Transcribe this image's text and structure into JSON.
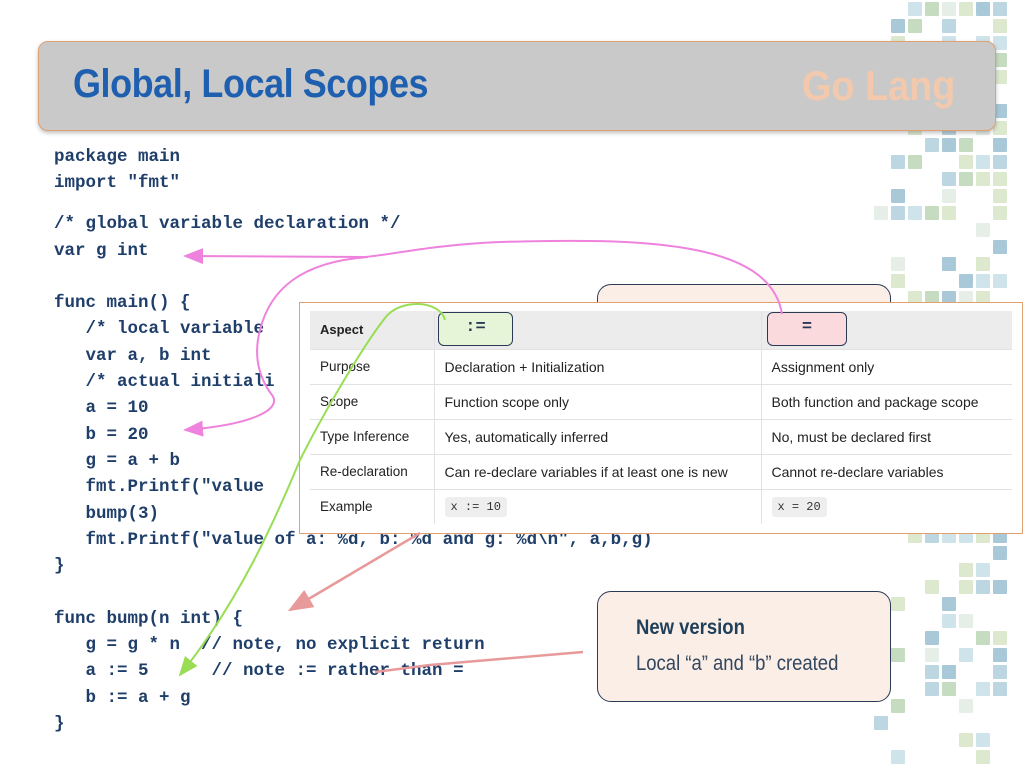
{
  "header": {
    "title": "Global, Local Scopes",
    "brand": "Go Lang"
  },
  "code": {
    "lines": [
      "package main",
      "import \"fmt\"",
      "/* global variable declaration */",
      "var g int",
      "func main() {",
      "   /* local variable",
      "   var a, b int",
      "   /* actual initiali",
      "   a = 10",
      "   b = 20",
      "   g = a + b",
      "   fmt.Printf(\"value",
      "   bump(3)",
      "   fmt.Printf(\"value of a: %d, b: %d and g: %d\\n\", a,b,g)",
      "}",
      "func bump(n int) {",
      "   g = g * n  // note, no explicit return",
      "   a := 5      // note := rather than =",
      "   b := a + g",
      "}"
    ]
  },
  "table": {
    "columns": [
      "Aspect",
      ":=",
      "="
    ],
    "rows": [
      [
        "Purpose",
        "Declaration + Initialization",
        "Assignment only"
      ],
      [
        "Scope",
        "Function scope only",
        "Both function and package scope"
      ],
      [
        "Type Inference",
        "Yes, automatically inferred",
        "No, must be declared first"
      ],
      [
        "Re-declaration",
        "Can re-declare variables if at least one is new",
        "Cannot re-declare variables"
      ],
      [
        "Example",
        "x := 10",
        "x = 20"
      ]
    ]
  },
  "callout": {
    "title": "New version",
    "text": "Local “a” and “b” created"
  },
  "colors": {
    "title_blue": "#1f5fb0",
    "brand_peach": "#f3c9ad",
    "code_navy": "#1f3f6a",
    "arrow_pink": "#ee82dd",
    "arrow_green": "#99dd55",
    "arrow_salmon": "#e89999",
    "declare_green": "#e6f5d8",
    "assign_pink": "#fadadd"
  }
}
